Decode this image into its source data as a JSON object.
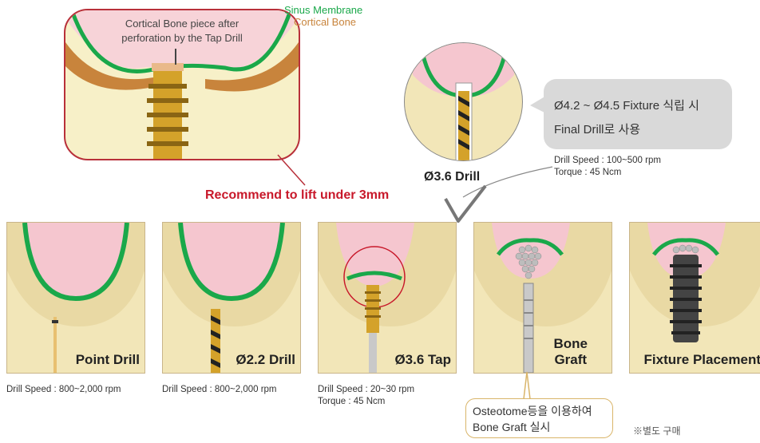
{
  "callout_top": {
    "line1": "Cortical Bone piece after",
    "line2": "perforation by the Tap Drill"
  },
  "legend": {
    "sinus": "Sinus Membrane",
    "cortical": "Cortical Bone",
    "sinus_color": "#1aa84a",
    "cortical_color": "#c8843c"
  },
  "final_drill": {
    "label": "Ø3.6 Drill",
    "bubble_line1": "Ø4.2 ~ Ø4.5 Fixture 식립 시",
    "bubble_line2": "Final Drill로 사용",
    "speed": "Drill Speed : 100~500 rpm",
    "torque": "Torque : 45 Ncm"
  },
  "recommend": "Recommend to lift under 3mm",
  "steps": [
    {
      "label": "Point Drill",
      "speed": "Drill Speed : 800~2,000 rpm"
    },
    {
      "label": "Ø2.2 Drill",
      "speed": "Drill Speed : 800~2,000 rpm"
    },
    {
      "label": "Ø3.6 Tap",
      "speed": "Drill Speed : 20~30 rpm",
      "torque": "Torque : 45 Ncm"
    },
    {
      "label_line1": "Bone",
      "label_line2": "Graft"
    },
    {
      "label": "Fixture Placement"
    }
  ],
  "osteotome": {
    "line1": "Osteotome등을 이용하여",
    "line2": "Bone Graft 실시"
  },
  "note": "※별도 구매",
  "colors": {
    "accent_red": "#c8182a",
    "bone": "#f2e6b8",
    "sinus_pink": "#f5c6cf",
    "membrane": "#1aa84a",
    "gold": "#d4a22a"
  }
}
